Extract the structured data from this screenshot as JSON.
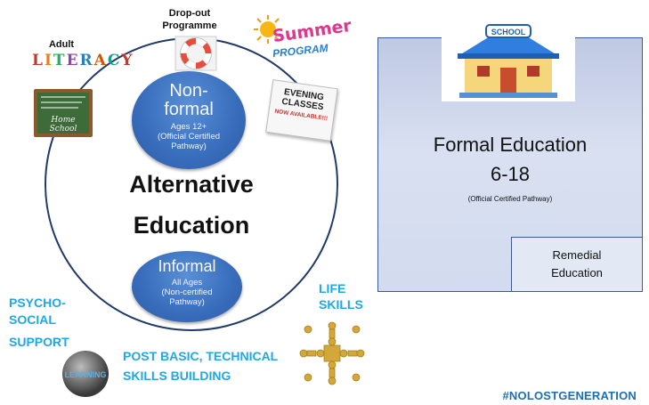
{
  "center": {
    "title_line1": "Alternative",
    "title_line2": "Education"
  },
  "non_formal": {
    "line1": "Non-",
    "line2": "formal",
    "ages": "Ages 12+",
    "pathway1": "(Official Certified",
    "pathway2": "Pathway)"
  },
  "informal": {
    "title": "Informal",
    "ages": "All Ages",
    "pathway1": "(Non-certified",
    "pathway2": "Pathway)"
  },
  "satellites": {
    "adult": "Adult",
    "literacy": "LITERACY",
    "dropout1": "Drop-out",
    "dropout2": "Programme",
    "home_school": "Home School",
    "evening1": "EVENING",
    "evening2": "CLASSES",
    "evening3": "NOW AVAILABLE!!!",
    "summer": "Summer",
    "program": "PROGRAM",
    "school_sign": "SCHOOL",
    "learning": "LEARNING"
  },
  "side_labels": {
    "psycho1": "PSYCHO-",
    "psycho2": "SOCIAL",
    "psycho3": "SUPPORT",
    "life1": "LIFE",
    "life2": "SKILLS",
    "post1": "POST BASIC, TECHNICAL",
    "post2": "SKILLS BUILDING"
  },
  "formal": {
    "title": "Formal Education",
    "ages": "6-18",
    "pathway": "(Official Certified Pathway)",
    "remedial1": "Remedial",
    "remedial2": "Education"
  },
  "hashtag": "#NOLOSTGENERATION",
  "colors": {
    "oval": "#3a6fbe",
    "accent_cyan": "#21a7e6",
    "hashtag": "#1d6fb5",
    "panel": "#d2dbef"
  }
}
